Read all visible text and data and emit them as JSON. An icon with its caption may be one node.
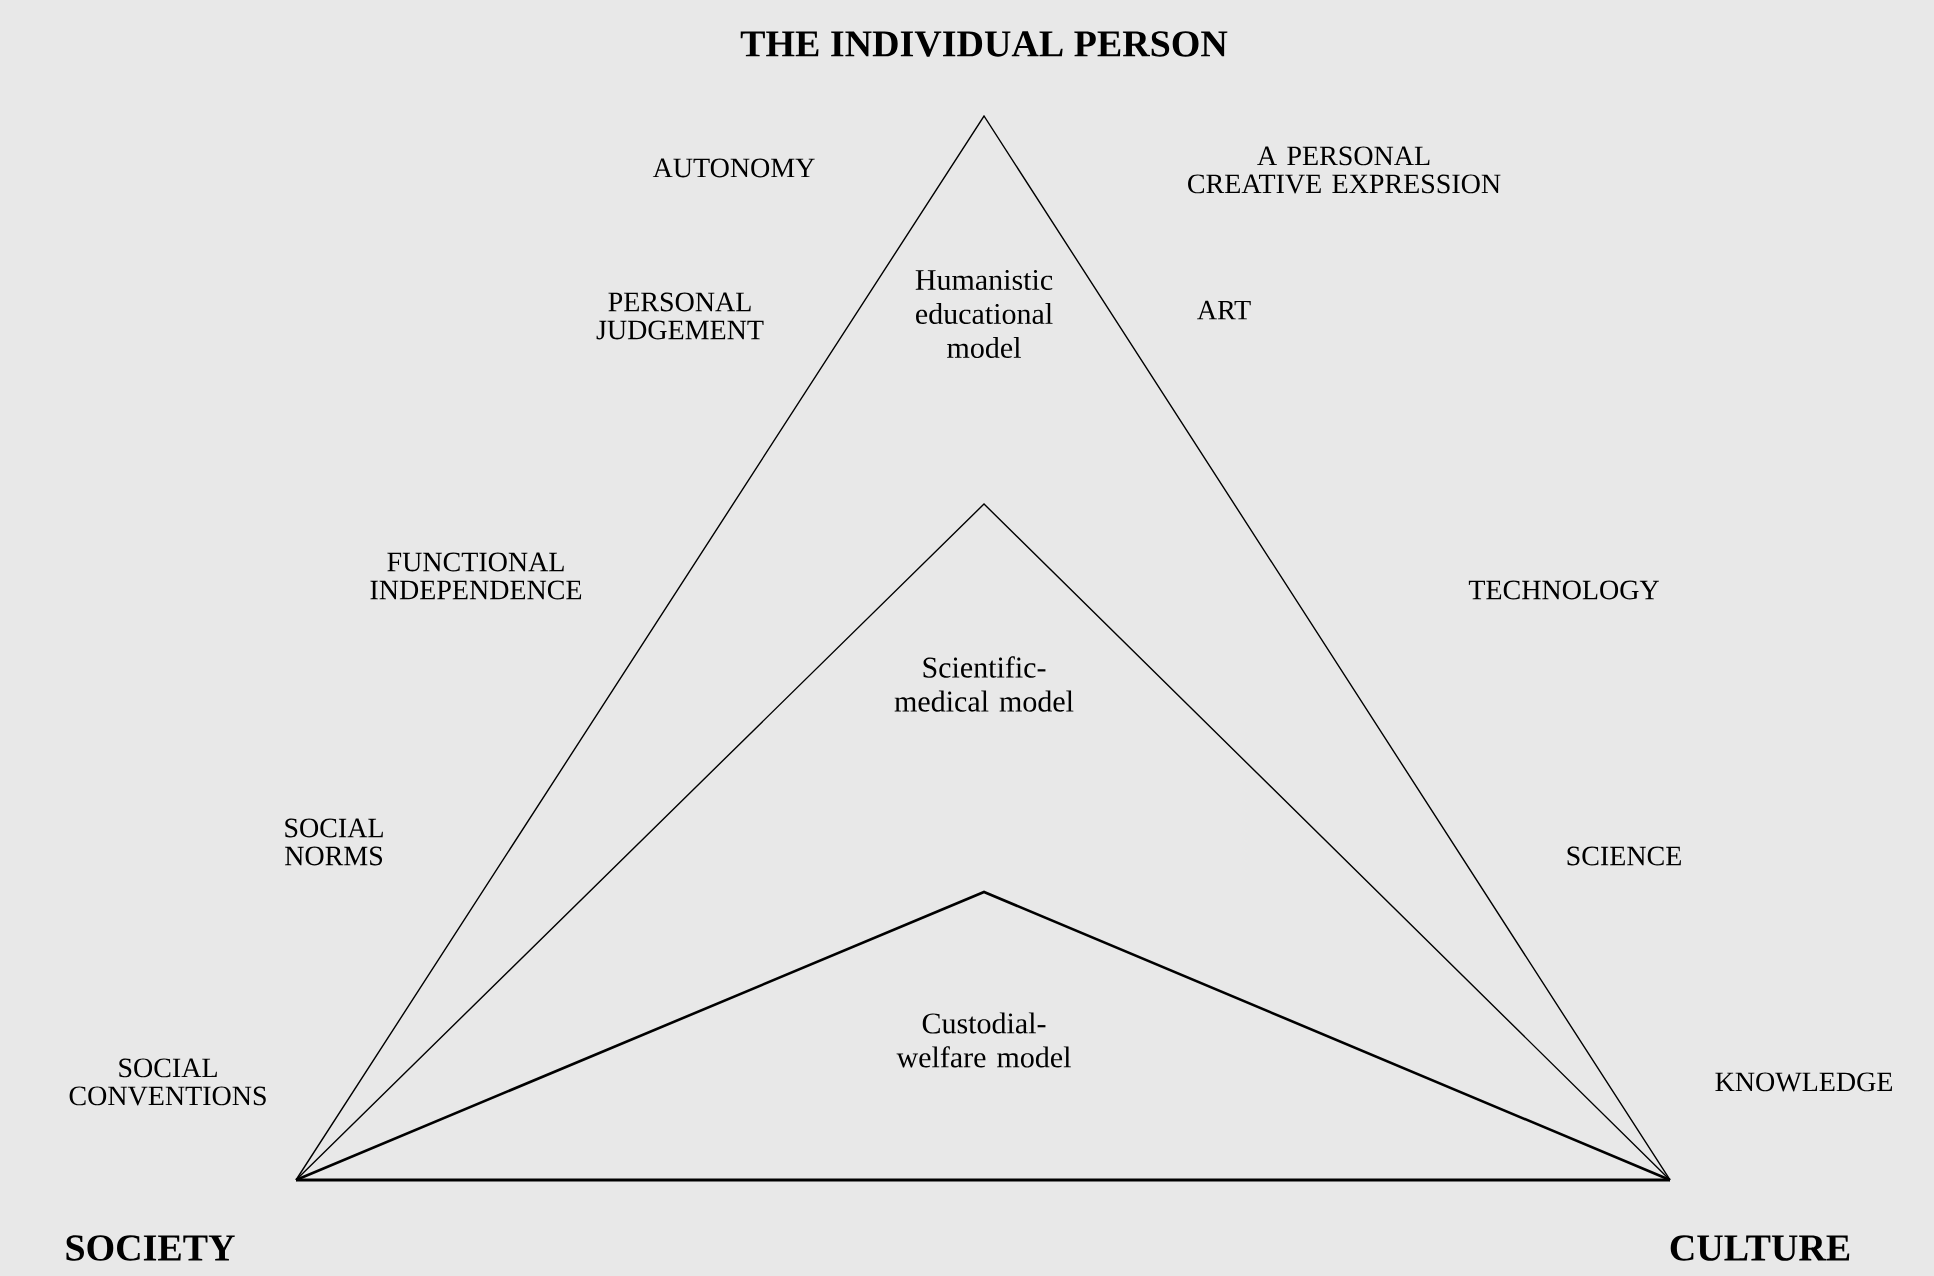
{
  "diagram": {
    "nodes": [
      {
        "text": [
          "Humanistic educational model"
        ]
      },
      {
        "text": [
          "Scientific-medical model"
        ],
        "in": 0
      },
      {
        "text": [
          "Custodial-welfare model"
        ],
        "in": 1
      }
    ],
    "labels": [
      "THE INDIVIDUAL PERSON",
      "AUTONOMY",
      "A PERSONAL CREATIVE EXPRESSION",
      "PERSONAL JUDGEMENT",
      "ART",
      "FUNCTIONAL INDEPENDENCE",
      "TECHNOLOGY",
      "SOCIAL NORMS",
      "SCIENCE",
      "SOCIAL CONVENTIONS",
      "KNOWLEDGE",
      "SOCIETY",
      "CULTURE"
    ]
  }
}
